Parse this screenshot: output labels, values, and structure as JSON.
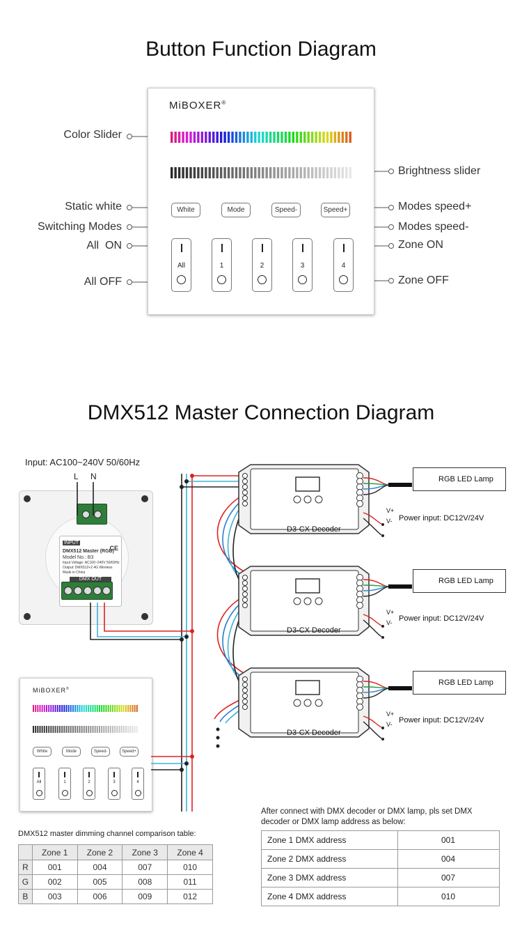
{
  "diagram1": {
    "title": "Button Function Diagram",
    "brand": "MiBOXER",
    "brand_mark": "®",
    "left_labels": [
      "Color Slider",
      "Static white",
      "Switching Modes",
      "All  ON",
      "All OFF"
    ],
    "right_labels": [
      "Brightness slider",
      "Modes speed+",
      "Modes speed-",
      "Zone ON",
      "Zone OFF"
    ],
    "buttons": [
      "White",
      "Mode",
      "Speed-",
      "Speed+"
    ],
    "zones": [
      "All",
      "1",
      "2",
      "3",
      "4"
    ]
  },
  "diagram2": {
    "title": "DMX512 Master Connection Diagram",
    "input": "Input: AC100~240V 50/60Hz",
    "L": "L",
    "N": "N",
    "module_text": {
      "input": "INPUT",
      "name": "DMX512 Master (RGB)",
      "model": "Model No.: B3",
      "voltage": "Input Voltage: AC100~240V 50/60Hz",
      "output": "Output: DMX512+2.4G Wireless",
      "made": "Made in China",
      "dmx_out": "DMX OUT",
      "ce": "CE"
    },
    "decoder_label": "D3-CX Decoder",
    "lamp": "RGB LED Lamp",
    "power": "Power input: DC12V/24V",
    "vplus": "V+",
    "vminus": "V-",
    "wire_colors": {
      "red": "#e02020",
      "blue": "#2a80d0",
      "cyan": "#40b0d8",
      "green": "#20a040",
      "black": "#222222"
    }
  },
  "table1": {
    "caption": "DMX512 master dimming channel comparison table:",
    "headers": [
      "",
      "Zone 1",
      "Zone 2",
      "Zone 3",
      "Zone 4"
    ],
    "rows": [
      [
        "R",
        "001",
        "004",
        "007",
        "010"
      ],
      [
        "G",
        "002",
        "005",
        "008",
        "011"
      ],
      [
        "B",
        "003",
        "006",
        "009",
        "012"
      ]
    ]
  },
  "table2": {
    "caption": "After connect with DMX decoder or DMX lamp, pls set DMX decoder or DMX lamp address as below:",
    "rows": [
      [
        "Zone 1 DMX address",
        "001"
      ],
      [
        "Zone 2 DMX address",
        "004"
      ],
      [
        "Zone 3 DMX address",
        "007"
      ],
      [
        "Zone 4 DMX address",
        "010"
      ]
    ]
  }
}
